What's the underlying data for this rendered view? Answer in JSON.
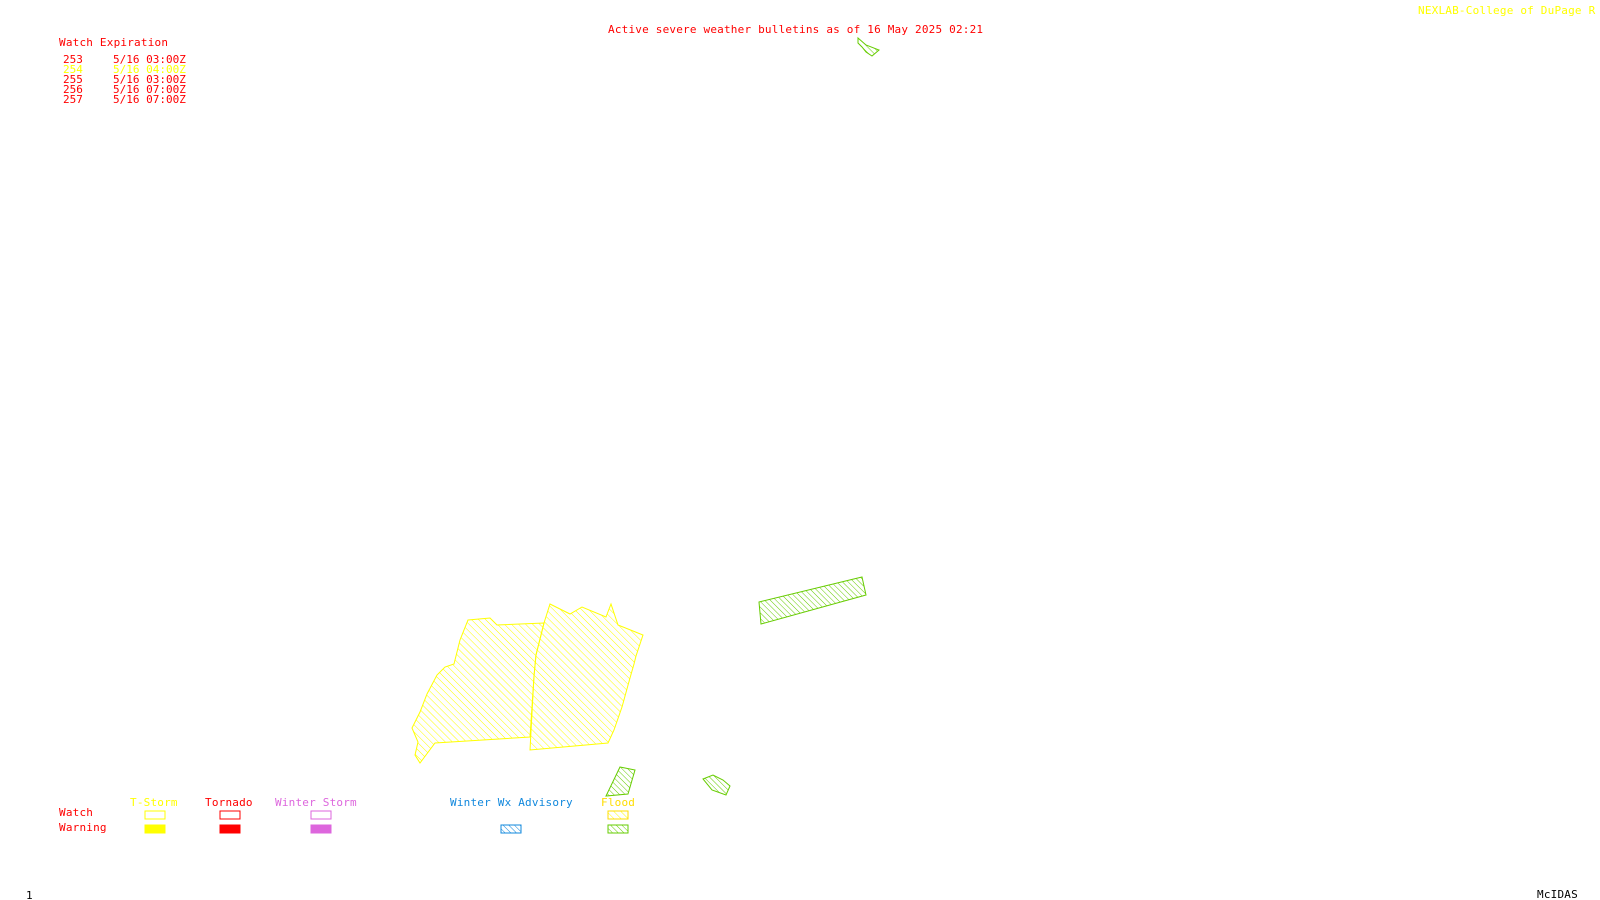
{
  "header": {
    "title": "Active severe weather bulletins as of 16 May 2025 02:21",
    "credit": "NEXLAB-College of DuPage R"
  },
  "watch_table": {
    "heading": "Watch Expiration",
    "rows": [
      {
        "number": "253",
        "expiration": "5/16 03:00Z",
        "color": "#ff0000"
      },
      {
        "number": "254",
        "expiration": "5/16 04:00Z",
        "color": "#ffff00"
      },
      {
        "number": "255",
        "expiration": "5/16 03:00Z",
        "color": "#ff0000"
      },
      {
        "number": "256",
        "expiration": "5/16 07:00Z",
        "color": "#ff0000"
      },
      {
        "number": "257",
        "expiration": "5/16 07:00Z",
        "color": "#ff0000"
      }
    ]
  },
  "legend": {
    "row_labels": {
      "watch": "Watch",
      "warning": "Warning"
    },
    "categories": [
      {
        "label": "T-Storm",
        "color": "#ffff00"
      },
      {
        "label": "Tornado",
        "color": "#ff0000"
      },
      {
        "label": "Winter Storm",
        "color": "#dd66dd"
      },
      {
        "label": "Winter Wx Advisory",
        "color": "#1188dd"
      },
      {
        "label": "Flood",
        "color": "#ffdd00",
        "warning_color": "#66cc00"
      }
    ]
  },
  "footer": {
    "frame_number": "1",
    "software": "McIDAS"
  },
  "colors": {
    "tstorm_watch": "#ffff00",
    "flood_warning": "#66cc00",
    "text_red": "#ff0000"
  }
}
